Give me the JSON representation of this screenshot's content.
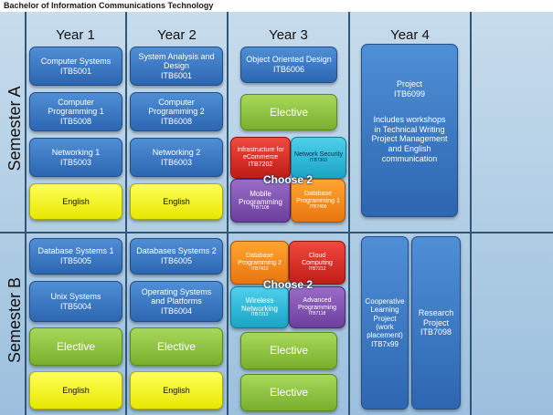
{
  "title": "Bachelor of Information Communications Technology",
  "years": [
    "Year 1",
    "Year 2",
    "Year 3",
    "Year 4"
  ],
  "semesters": [
    "Semester A",
    "Semester B"
  ],
  "choose_label": "Choose 2",
  "semA": {
    "y1": [
      {
        "name": "Computer Systems",
        "code": "ITB5001"
      },
      {
        "name": "Computer Programming 1",
        "code": "ITB5008"
      },
      {
        "name": "Networking 1",
        "code": "ITB5003"
      },
      {
        "name": "English"
      }
    ],
    "y2": [
      {
        "name": "System Analysis and Design",
        "code": "ITB6001"
      },
      {
        "name": "Computer Programming 2",
        "code": "ITB6008"
      },
      {
        "name": "Networking 2",
        "code": "ITB6003"
      },
      {
        "name": "English"
      }
    ],
    "y3": {
      "ood": {
        "name": "Object Oriented Design",
        "code": "ITB6006"
      },
      "elective": "Elective",
      "infra": {
        "name": "Infrastructure for eCommerce",
        "code": "ITB7202"
      },
      "netsec": {
        "name": "Network Security",
        "code": "ITB7303"
      },
      "mobile": {
        "name": "Mobile Programming",
        "code": "ITB7108"
      },
      "db1": {
        "name": "Database Programming 1",
        "code": "ITB7405"
      }
    },
    "y4": {
      "project": "Project",
      "code": "ITB6099",
      "note": "Includes workshops in Technical Writing Project Management and English communication"
    }
  },
  "semB": {
    "y1": [
      {
        "name": "Database Systems 1",
        "code": "ITB5005"
      },
      {
        "name": "Unix Systems",
        "code": "ITB5004"
      },
      {
        "name": "Elective"
      },
      {
        "name": "English"
      }
    ],
    "y2": [
      {
        "name": "Databases Systems 2",
        "code": "ITB6005"
      },
      {
        "name": "Operating Systems and Platforms",
        "code": "ITB6004"
      },
      {
        "name": "Elective"
      },
      {
        "name": "English"
      }
    ],
    "y3": {
      "db2": {
        "name": "Database Programming 2",
        "code": "ITB7413"
      },
      "cloud": {
        "name": "Cloud Computing",
        "code": "ITB7212"
      },
      "wireless": {
        "name": "Wireless Networking",
        "code": "ITB7313"
      },
      "advprog": {
        "name": "Advanced Programming",
        "code": "ITB7118"
      },
      "elective1": "Elective",
      "elective2": "Elective"
    },
    "y4": {
      "coop": "Cooperative Learning Project (work placement)",
      "coop_code": "ITB7x99",
      "research": "Research Project",
      "research_code": "ITB7098"
    }
  }
}
